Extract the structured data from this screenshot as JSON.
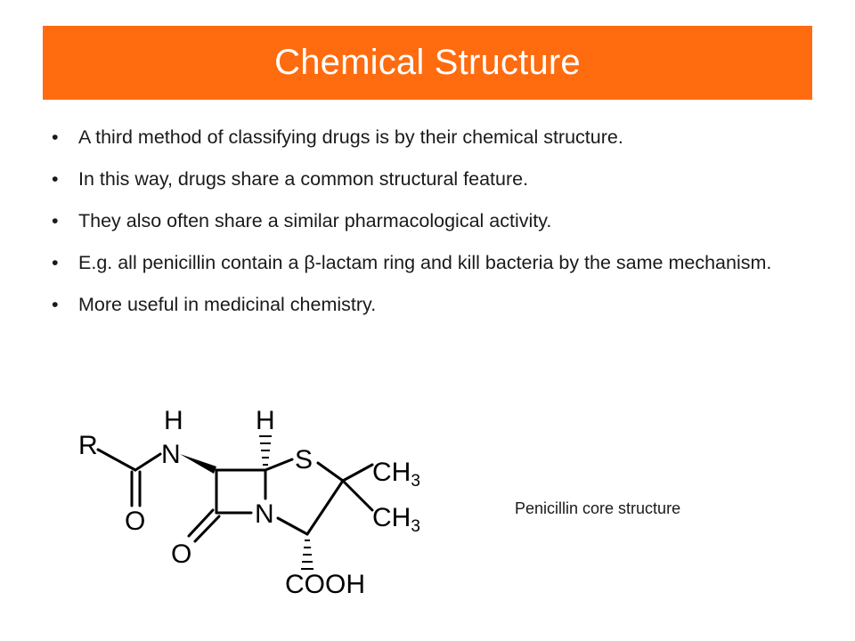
{
  "slide": {
    "title": "Chemical Structure",
    "accent_color": "#ff6b0f"
  },
  "bullets": [
    "A third method of classifying drugs is by their chemical structure.",
    "In this way, drugs share a common structural feature.",
    "They also often share a similar pharmacological activity.",
    "E.g. all penicillin contain a β-lactam ring and kill bacteria by the same mechanism.",
    "More useful in medicinal chemistry."
  ],
  "bullet_marker": "•",
  "structure": {
    "caption": "Penicillin core structure",
    "atoms": {
      "r": "R",
      "n_amide": "N",
      "h_amide": "H",
      "h_ring": "H",
      "s": "S",
      "ch3_top": "CH",
      "ch3_top_sub": "3",
      "ch3_bottom": "CH",
      "ch3_bottom_sub": "3",
      "n_ring": "N",
      "o_amide": "O",
      "o_lactam": "O",
      "cooh": "COOH"
    }
  }
}
